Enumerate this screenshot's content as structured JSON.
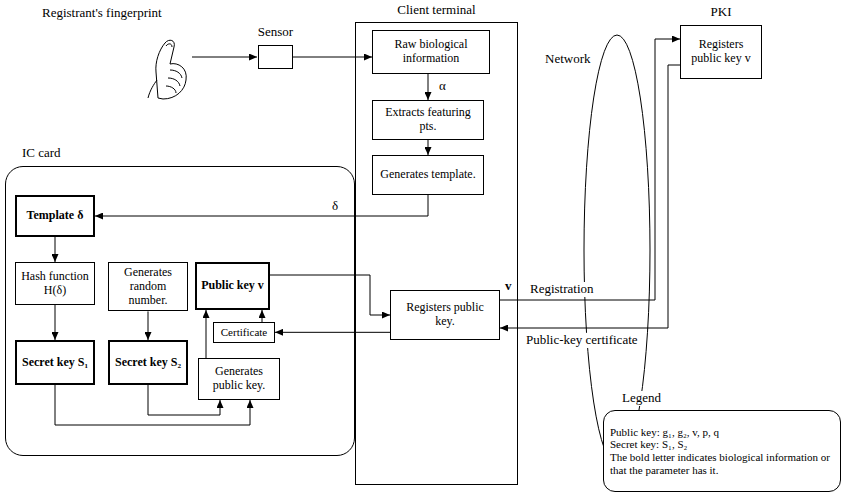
{
  "diagram": {
    "nodes": [
      {
        "text": [
          "Sensor"
        ]
      },
      {
        "text": [
          "Client terminal"
        ]
      },
      {
        "text": [
          "Raw biological information"
        ],
        "in": 1
      },
      {
        "text": [
          "Extracts featuring pts."
        ],
        "in": 1
      },
      {
        "text": [
          "Generates template."
        ],
        "in": 1
      },
      {
        "text": [
          "Registers public key."
        ],
        "in": 1
      },
      {
        "text": [
          "PKI",
          "Registers public key v"
        ]
      },
      {
        "text": [
          "IC card"
        ]
      },
      {
        "text": [
          "Template δ"
        ],
        "in": 7
      },
      {
        "text": [
          "Hash function H(δ)"
        ],
        "in": 7
      },
      {
        "text": [
          "Generates random number."
        ],
        "in": 7
      },
      {
        "text": [
          "Public key v"
        ],
        "in": 7
      },
      {
        "text": [
          "Certificate"
        ],
        "in": 7
      },
      {
        "text": [
          "Secret key S₁"
        ],
        "in": 7
      },
      {
        "text": [
          "Secret key S₂"
        ],
        "in": 7
      },
      {
        "text": [
          "Generates public key."
        ],
        "in": 7
      },
      {
        "text": [
          "Legend",
          "Public key: g₁, g₂, v, p, q",
          "Secret key: S₁, S₂",
          "The bold letter indicates biological information or that the parameter has it."
        ]
      }
    ],
    "edges": [
      {
        "from": 0,
        "to": 2,
        "arrow": "to"
      },
      {
        "from": 2,
        "to": 3,
        "label": "α",
        "arrow": "to"
      },
      {
        "from": 3,
        "to": 4,
        "arrow": "to"
      },
      {
        "from": 4,
        "to": 8,
        "label": "δ",
        "arrow": "to"
      },
      {
        "from": 8,
        "to": 9,
        "arrow": "to"
      },
      {
        "from": 9,
        "to": 13,
        "arrow": "to"
      },
      {
        "from": 10,
        "to": 14,
        "arrow": "to"
      },
      {
        "from": 13,
        "to": 15,
        "arrow": "to"
      },
      {
        "from": 14,
        "to": 15,
        "arrow": "to"
      },
      {
        "from": 15,
        "to": 11,
        "arrow": "to"
      },
      {
        "from": 11,
        "to": 5,
        "arrow": "to"
      },
      {
        "from": 5,
        "to": 6,
        "label": "Registration",
        "arrow": "to"
      },
      {
        "from": 6,
        "to": 5,
        "label": "Public-key certificate",
        "arrow": "to"
      },
      {
        "from": 5,
        "to": 12,
        "arrow": "to"
      },
      {
        "from": 12,
        "to": 11,
        "arrow": "to"
      }
    ],
    "labels": [
      "Registrant's fingerprint",
      "Network",
      "v"
    ]
  }
}
